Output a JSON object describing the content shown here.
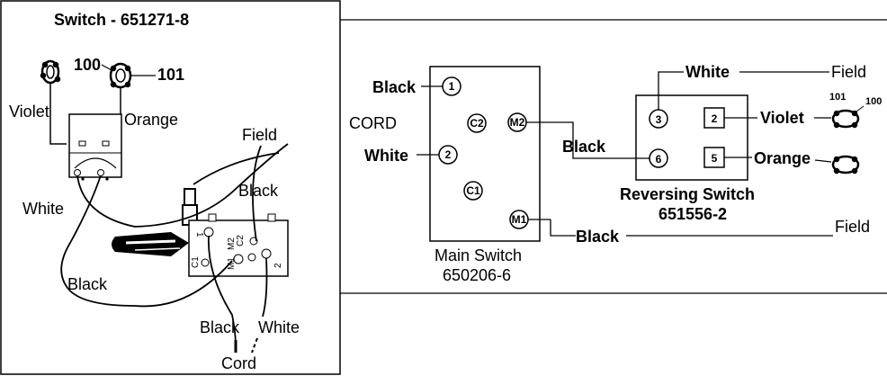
{
  "left_panel": {
    "title": "Switch - 651271-8",
    "labels": {
      "n100": "100",
      "n101": "101",
      "violet": "Violet",
      "orange": "Orange",
      "field": "Field",
      "white_left": "White",
      "black_mid": "Black",
      "black_left": "Black",
      "black_bottom": "Black",
      "white_bottom": "White",
      "cord": "Cord"
    },
    "terminals": {
      "t1": "1",
      "m2": "M2",
      "c2": "C2",
      "c1": "C1",
      "m1": "M1",
      "t2": "2"
    }
  },
  "right_panel": {
    "main_switch": {
      "name": "Main Switch",
      "part": "650206-6",
      "terminals": {
        "t1": "1",
        "c2": "C2",
        "m2": "M2",
        "t2": "2",
        "c1": "C1",
        "m1": "M1"
      }
    },
    "reversing_switch": {
      "name": "Reversing Switch",
      "part": "651556-2",
      "terminals": {
        "t3": "3",
        "t2": "2",
        "t6": "6",
        "t5": "5"
      }
    },
    "labels": {
      "cord": "CORD",
      "black_top": "Black",
      "white_left": "White",
      "black_mid": "Black",
      "black_bottom": "Black",
      "white_top": "White",
      "field_top": "Field",
      "field_bottom": "Field",
      "violet": "Violet",
      "orange": "Orange",
      "n101": "101",
      "n100": "100"
    }
  }
}
